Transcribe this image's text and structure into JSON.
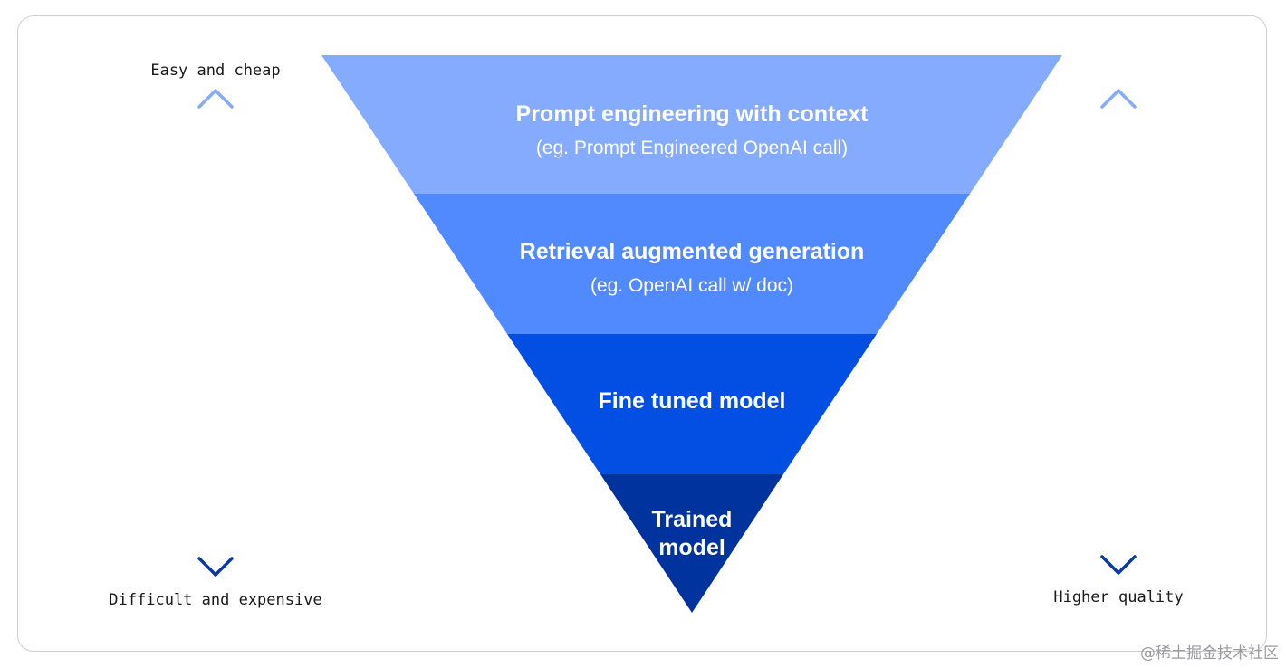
{
  "tiers": [
    {
      "title": "Prompt engineering with context",
      "subtitle": "(eg. Prompt Engineered OpenAI call)",
      "color": "#85abff"
    },
    {
      "title": "Retrieval augmented generation",
      "subtitle": "(eg. OpenAI call w/ doc)",
      "color": "#5189ff"
    },
    {
      "title": "Fine tuned model",
      "color": "#034fe4"
    },
    {
      "title_line1": "Trained",
      "title_line2": "model",
      "color": "#01339e"
    }
  ],
  "left_axis": {
    "top_label": "Easy and cheap",
    "bottom_label": "Difficult and expensive"
  },
  "right_axis": {
    "bottom_label": "Higher quality"
  },
  "arrow_colors": {
    "top": "#85abff",
    "bottom": "#0a3aa0"
  },
  "watermark": "@稀土掘金技术社区"
}
